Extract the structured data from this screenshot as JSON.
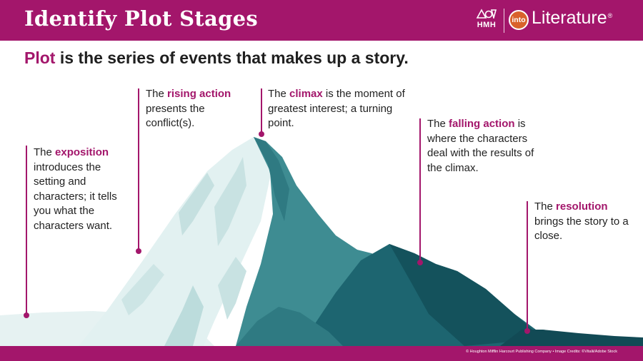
{
  "header": {
    "title": "Identify Plot Stages",
    "hmh_text": "HMH",
    "into_text": "into",
    "literature_text": "Literature",
    "reg_mark": "®"
  },
  "subtitle": {
    "highlight": "Plot",
    "rest": " is the series of events that makes up a story."
  },
  "stages": [
    {
      "pre": "The ",
      "term": "exposition",
      "post": " introduces the setting and characters; it tells you what the characters want."
    },
    {
      "pre": "The ",
      "term": "rising action",
      "post": " presents the conflict(s)."
    },
    {
      "pre": "The ",
      "term": "climax",
      "post": " is the moment of greatest interest; a turning point."
    },
    {
      "pre": "The ",
      "term": "falling action",
      "post": " is where the characters deal with the results of the climax."
    },
    {
      "pre": "The ",
      "term": "resolution",
      "post": " brings the story to a close."
    }
  ],
  "footer": {
    "credit": "© Houghton Mifflin Harcourt Publishing Company • Image Credits: ©Vitalii/Adobe Stock"
  },
  "colors": {
    "accent": "#a3166b",
    "ice_light": "#e2f1f1",
    "ice_mid": "#bcdcdc",
    "teal": "#3e8c92",
    "teal_dark": "#1d6570",
    "teal_deep": "#124a55"
  }
}
